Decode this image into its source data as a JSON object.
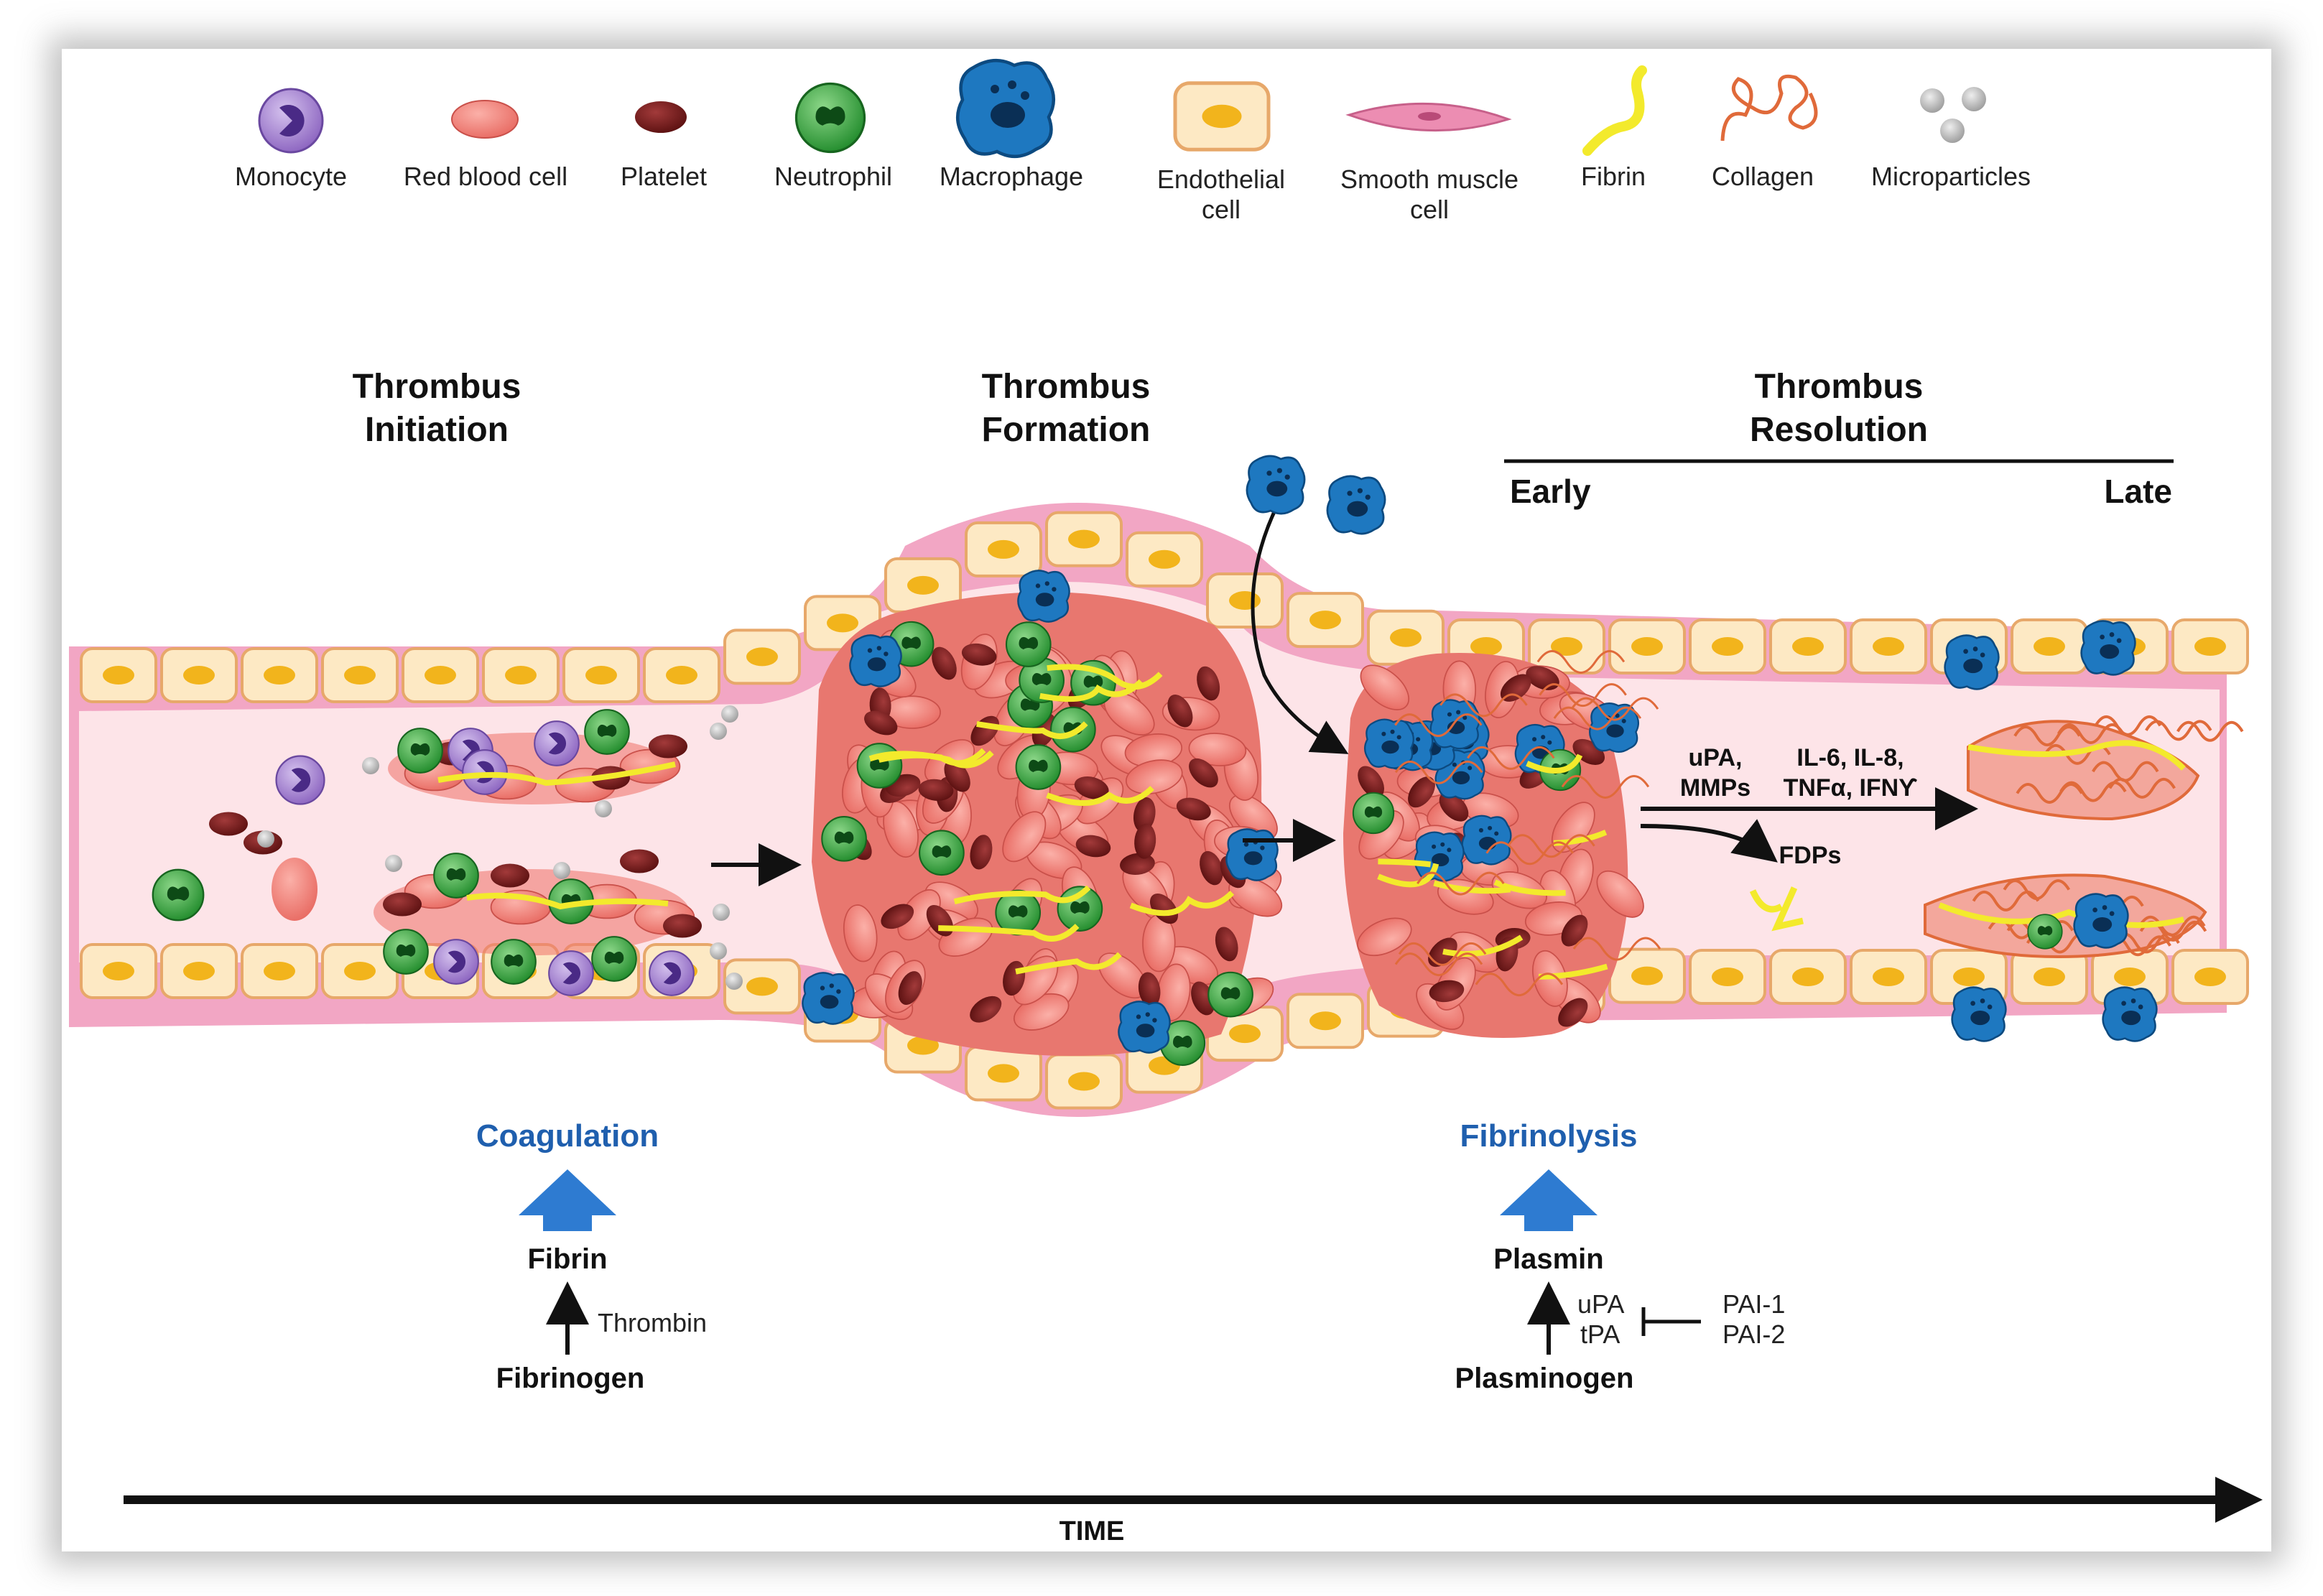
{
  "legend": {
    "monocyte": "Monocyte",
    "red_blood_cell": "Red blood cell",
    "platelet": "Platelet",
    "neutrophil": "Neutrophil",
    "macrophage": "Macrophage",
    "endothelial_line1": "Endothelial",
    "endothelial_line2": "cell",
    "smooth_muscle_line1": "Smooth muscle",
    "smooth_muscle_line2": "cell",
    "fibrin": "Fibrin",
    "collagen": "Collagen",
    "microparticles": "Microparticles"
  },
  "stages": {
    "initiation_line1": "Thrombus",
    "initiation_line2": "Initiation",
    "formation_line1": "Thrombus",
    "formation_line2": "Formation",
    "resolution_line1": "Thrombus",
    "resolution_line2": "Resolution",
    "early": "Early",
    "late": "Late"
  },
  "resolution_factors": {
    "upa_line1": "uPA,",
    "upa_line2": "MMPs",
    "cytokines_line1": "IL-6, IL-8,",
    "cytokines_line2": "TNFα, IFNϒ",
    "fdps": "FDPs"
  },
  "coagulation": {
    "title": "Coagulation",
    "product": "Fibrin",
    "enzyme": "Thrombin",
    "substrate": "Fibrinogen"
  },
  "fibrinolysis": {
    "title": "Fibrinolysis",
    "product": "Plasmin",
    "activator1": "uPA",
    "activator2": "tPA",
    "inhibitor1": "PAI-1",
    "inhibitor2": "PAI-2",
    "substrate": "Plasminogen"
  },
  "axis": {
    "time": "TIME"
  },
  "colors": {
    "monocyte": "#9a78c8",
    "red_blood_cell": "#f08078",
    "platelet": "#6e1a1a",
    "neutrophil": "#3aa83a",
    "macrophage": "#1e78c0",
    "endothelial": "#fde9c4",
    "endothelial_nucleus": "#f2b41c",
    "smooth_muscle": "#ec8db2",
    "fibrin": "#f3ea2c",
    "collagen": "#e06a3a",
    "microparticle": "#b8b8b8",
    "lumen": "#fde4e8",
    "accent_blue": "#1f5fae"
  }
}
